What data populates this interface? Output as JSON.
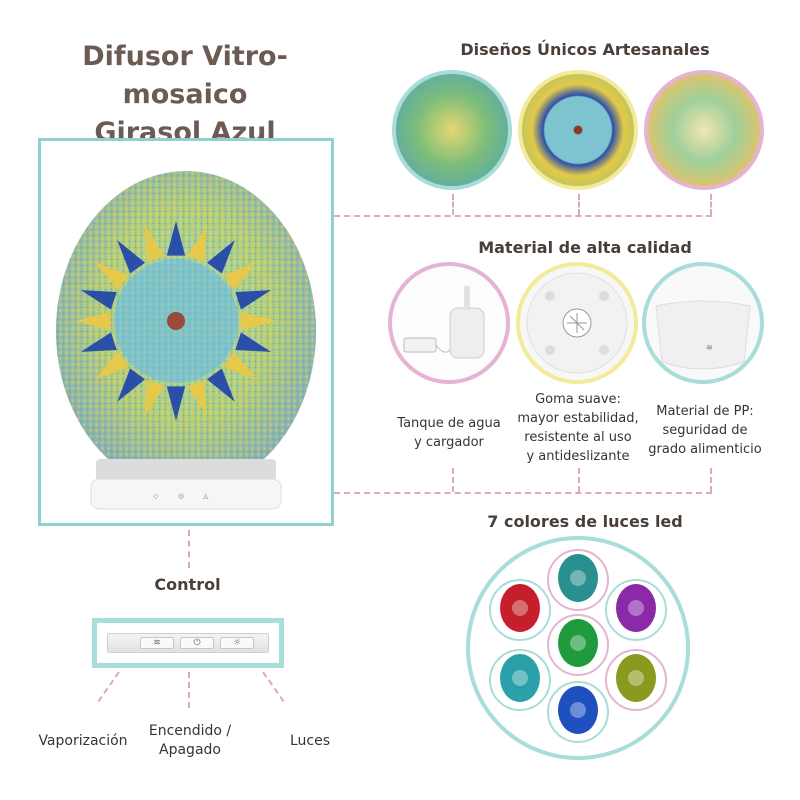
{
  "product_title_line1": "Difusor Vitro-mosaico",
  "product_title_line2": "Girasol Azul",
  "sections": {
    "designs_title": "Diseños Únicos Artesanales",
    "material_title": "Material de alta calidad",
    "leds_title": "7 colores de luces led",
    "control_title": "Control"
  },
  "material_captions": [
    {
      "line1": "Tanque de agua",
      "line2": "y cargador",
      "line3": ""
    },
    {
      "line1": "Goma suave:",
      "line2": "mayor estabilidad,",
      "line3": "resistente al uso",
      "line4": "y antideslizante"
    },
    {
      "line1": "Material de PP:",
      "line2": "seguridad de",
      "line3": "grado alimenticio"
    }
  ],
  "control_labels": {
    "vaporization": "Vaporización",
    "power_line1": "Encendido /",
    "power_line2": "Apagado",
    "lights": "Luces"
  },
  "colors": {
    "teal_border": "#8fd1cf",
    "pink_dash": "#dba8c6",
    "yellow_ring": "#f3ea9b",
    "pink_ring": "#e5b3d3",
    "text_brown": "#6b5b52"
  },
  "led_colors": [
    "#c41f2a",
    "#2a8f8f",
    "#8a2aa8",
    "#1f9a3c",
    "#2aa0a8",
    "#8a9a1f",
    "#1f50c0"
  ],
  "icons": [
    "mist-icon",
    "power-icon",
    "light-icon"
  ]
}
